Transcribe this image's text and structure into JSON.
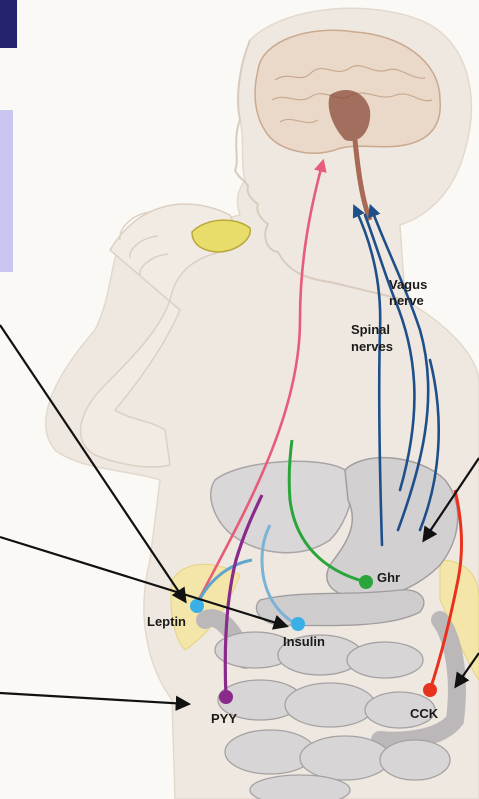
{
  "labels": {
    "vagus_line1": "Vagus",
    "vagus_line2": "nerve",
    "spinal_line1": "Spinal",
    "spinal_line2": "nerves",
    "ghr": "Ghr",
    "leptin": "Leptin",
    "insulin": "Insulin",
    "pyy": "PYY",
    "cck": "CCK"
  },
  "colors": {
    "spinal_nerve": "#e65c7a",
    "vagus_nerve": "#1f4f8a",
    "ghrelin": "#2aa53c",
    "leptin": "#3ab0e6",
    "insulin": "#3ab0e6",
    "pyy": "#8a2a8a",
    "cck": "#e8321e",
    "slide_block_dark": "#24246e",
    "slide_block_light": "#c9c7f0",
    "pointer_arrow": "#111111"
  }
}
